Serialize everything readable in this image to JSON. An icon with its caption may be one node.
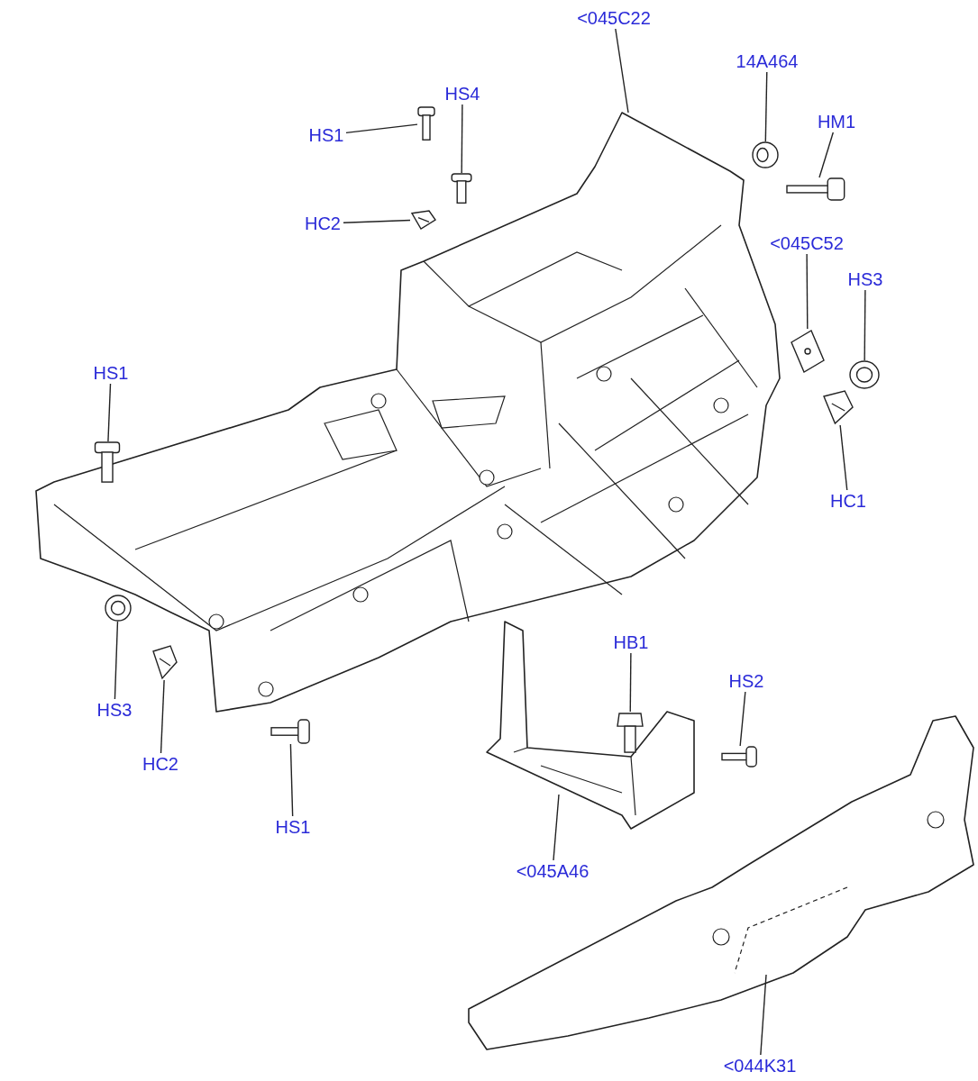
{
  "diagram": {
    "nodes": [
      {
        "text": [
          "<045C22"
        ]
      },
      {
        "text": [
          "14A464"
        ]
      },
      {
        "text": [
          "HS4"
        ]
      },
      {
        "text": [
          "HM1"
        ]
      },
      {
        "text": [
          "HS1"
        ]
      },
      {
        "text": [
          "HC2"
        ]
      },
      {
        "text": [
          "<045C52"
        ]
      },
      {
        "text": [
          "HS3"
        ]
      },
      {
        "text": [
          "HS1"
        ]
      },
      {
        "text": [
          "HC1"
        ]
      },
      {
        "text": [
          "HB1"
        ]
      },
      {
        "text": [
          "HS2"
        ]
      },
      {
        "text": [
          "HS3"
        ]
      },
      {
        "text": [
          "HC2"
        ]
      },
      {
        "text": [
          "HS1"
        ]
      },
      {
        "text": [
          "<045A46"
        ]
      },
      {
        "text": [
          "<044K31"
        ]
      },
      {
        "text": [],
        "shape": "picture"
      },
      {
        "text": [],
        "shape": "picture"
      },
      {
        "text": [],
        "shape": "picture"
      },
      {
        "text": [],
        "shape": "picture"
      },
      {
        "text": [],
        "shape": "picture"
      },
      {
        "text": [],
        "shape": "picture"
      },
      {
        "text": [],
        "shape": "picture"
      },
      {
        "text": [],
        "shape": "picture"
      },
      {
        "text": [],
        "shape": "picture"
      },
      {
        "text": [],
        "shape": "picture"
      },
      {
        "text": [],
        "shape": "picture"
      },
      {
        "text": [],
        "shape": "picture"
      },
      {
        "text": [],
        "shape": "picture"
      },
      {
        "text": [],
        "shape": "picture"
      }
    ],
    "edges": [
      {
        "from": 0,
        "to": null,
        "arrow": "none"
      },
      {
        "from": 1,
        "to": 18,
        "arrow": "none"
      },
      {
        "from": 2,
        "to": 19,
        "arrow": "none"
      },
      {
        "from": 3,
        "to": 20,
        "arrow": "none"
      },
      {
        "from": 4,
        "to": 17,
        "arrow": "none"
      },
      {
        "from": 5,
        "to": 21,
        "arrow": "none"
      },
      {
        "from": 6,
        "to": 22,
        "arrow": "none"
      },
      {
        "from": 7,
        "to": 23,
        "arrow": "none"
      },
      {
        "from": 8,
        "to": 25,
        "arrow": "none"
      },
      {
        "from": 9,
        "to": 24,
        "arrow": "none"
      },
      {
        "from": 10,
        "to": 28,
        "arrow": "none"
      },
      {
        "from": 11,
        "to": 30,
        "arrow": "none"
      },
      {
        "from": 12,
        "to": 26,
        "arrow": "none"
      },
      {
        "from": 13,
        "to": 27,
        "arrow": "none"
      },
      {
        "from": 14,
        "to": 29,
        "arrow": "none"
      },
      {
        "from": 15,
        "to": null,
        "arrow": "none"
      },
      {
        "from": 16,
        "to": null,
        "arrow": "none"
      }
    ]
  }
}
